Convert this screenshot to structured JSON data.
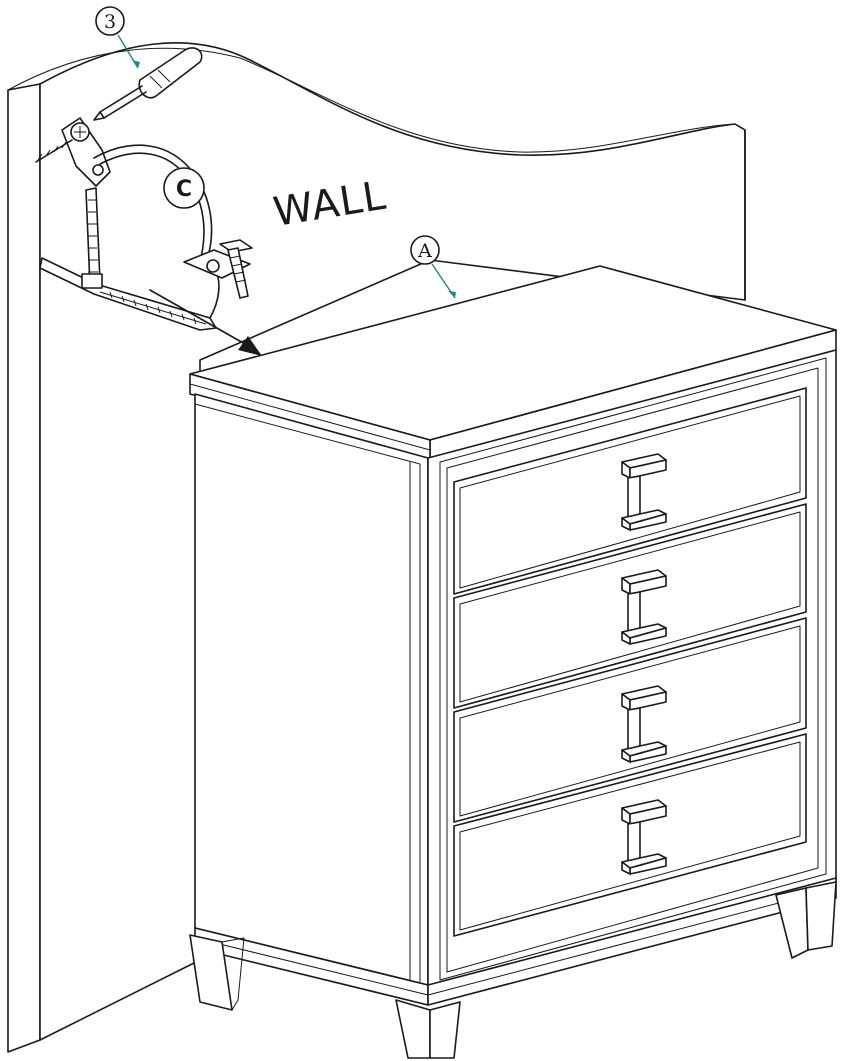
{
  "labels": {
    "wall": "WALL",
    "callout_screwdriver": "3",
    "callout_chest": "A",
    "callout_strap": "C"
  },
  "colors": {
    "line": "#1a1a1a",
    "leader": "#1a8a8a",
    "background": "#ffffff"
  }
}
